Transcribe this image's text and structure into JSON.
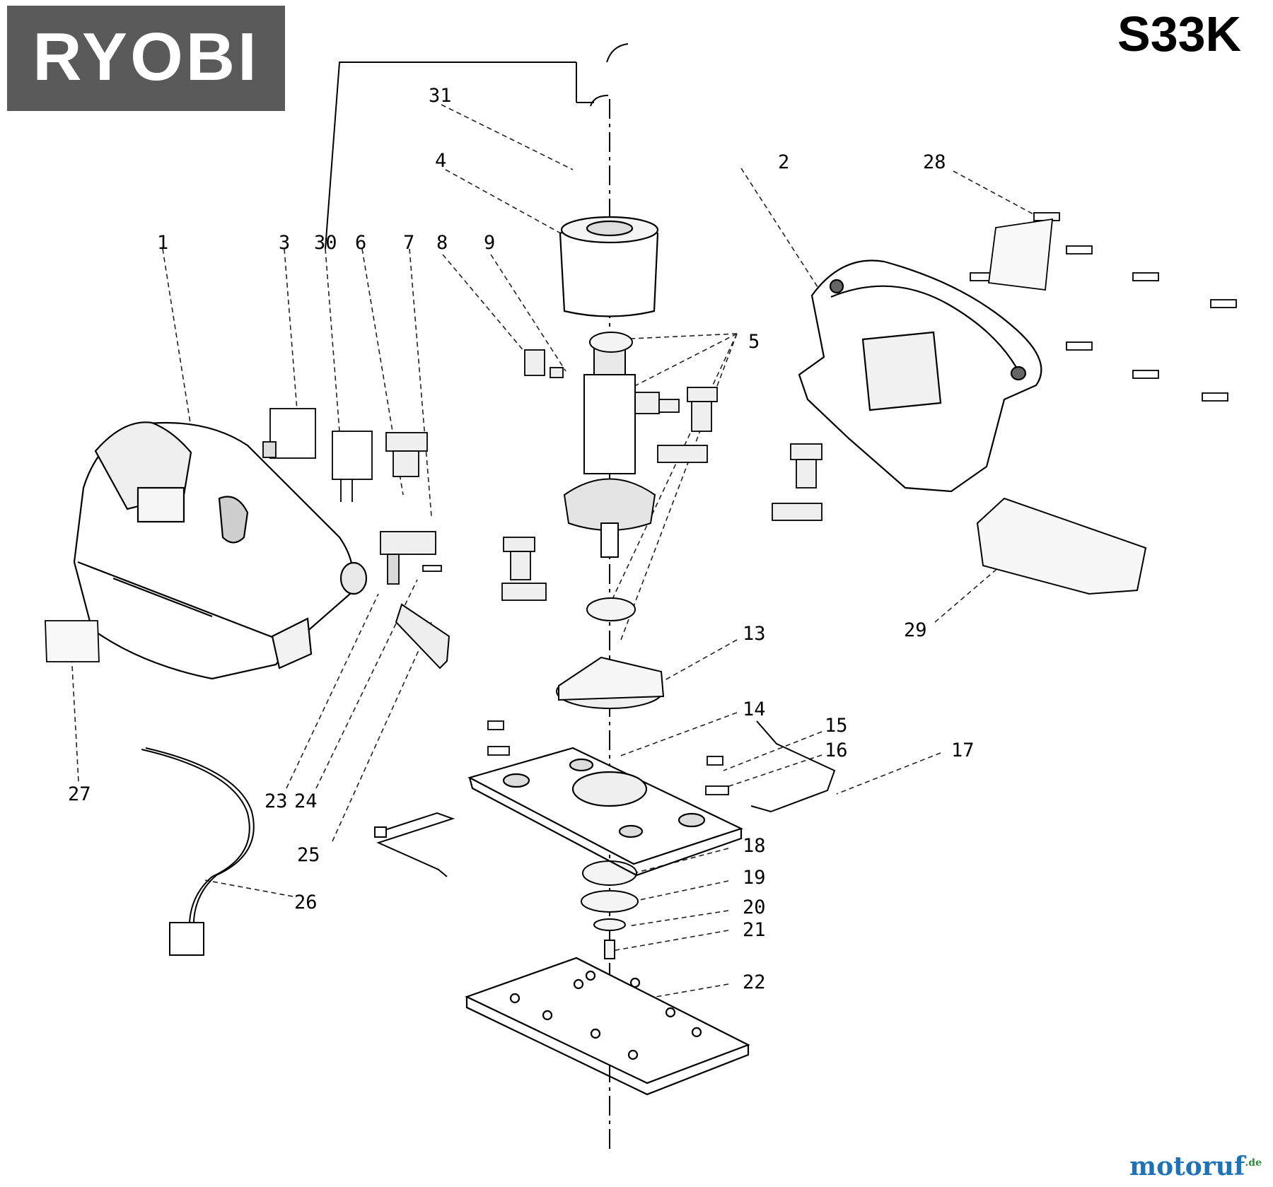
{
  "brand": "RYOBI",
  "model": "S33K",
  "watermark": {
    "name": "motoruf",
    "suffix": ".de"
  },
  "callouts": [
    "1",
    "2",
    "3",
    "30",
    "6",
    "7",
    "8",
    "9",
    "31",
    "4",
    "5",
    "28",
    "13",
    "14",
    "15",
    "16",
    "17",
    "18",
    "19",
    "20",
    "21",
    "22",
    "23",
    "24",
    "25",
    "26",
    "27",
    "29"
  ]
}
